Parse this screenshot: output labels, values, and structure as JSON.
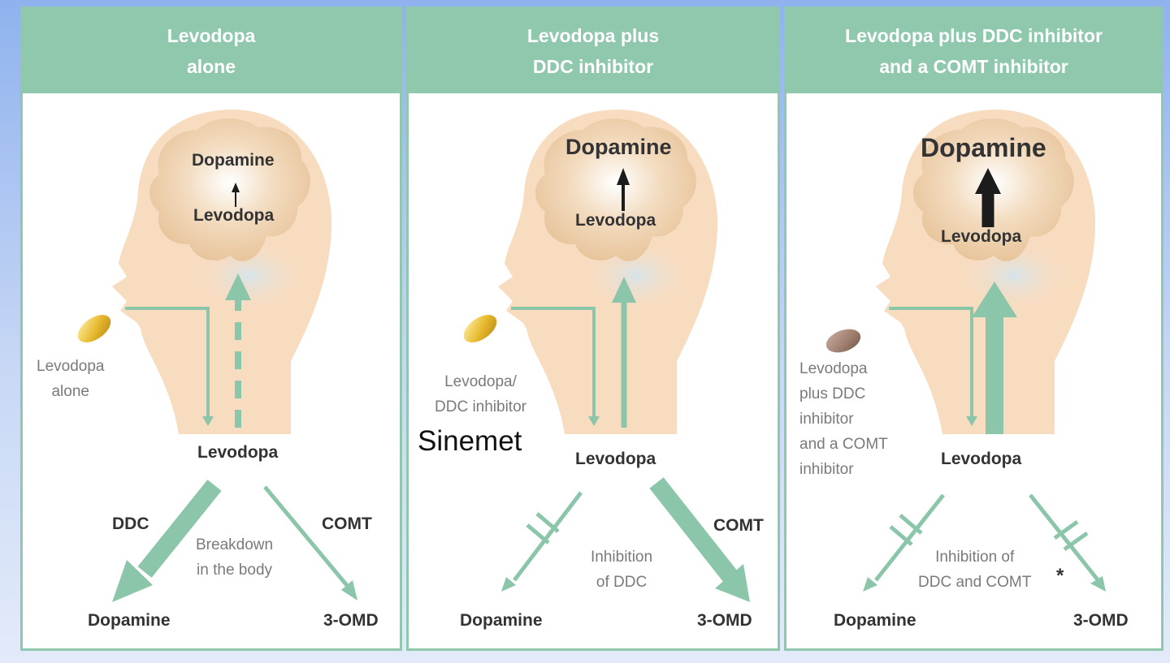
{
  "colors": {
    "panel_header": "#8fc8ad",
    "arrow": "#8cc6aa",
    "skin": "#f8dcc0",
    "brain": "#e9c59b",
    "pill_yellow": "#e6b82e",
    "pill_brown": "#9d7d6c",
    "dark_arrow": "#1c1c1c"
  },
  "panels": [
    {
      "title_line1": "Levodopa",
      "title_line2": "alone",
      "brain_top": "Dopamine",
      "brain_bottom": "Levodopa",
      "pill_label": [
        "Levodopa",
        "alone"
      ],
      "center": "Levodopa",
      "left_enzyme": "DDC",
      "right_enzyme": "COMT",
      "middle_note": [
        "Breakdown",
        "in the body"
      ],
      "left_product": "Dopamine",
      "right_product": "3-OMD"
    },
    {
      "title_line1": "Levodopa plus",
      "title_line2": "DDC inhibitor",
      "brain_top": "Dopamine",
      "brain_bottom": "Levodopa",
      "pill_label": [
        "Levodopa/",
        "DDC inhibitor"
      ],
      "center": "Levodopa",
      "right_enzyme": "COMT",
      "middle_note": [
        "Inhibition",
        "of DDC"
      ],
      "left_product": "Dopamine",
      "right_product": "3-OMD",
      "annotation": "Sinemet"
    },
    {
      "title_line1": "Levodopa plus DDC inhibitor",
      "title_line2": "and a COMT inhibitor",
      "brain_top": "Dopamine",
      "brain_bottom": "Levodopa",
      "pill_label": [
        "Levodopa",
        "plus DDC",
        "inhibitor",
        "and a COMT",
        "inhibitor"
      ],
      "center": "Levodopa",
      "middle_note": [
        "Inhibition of",
        "DDC and COMT"
      ],
      "asterisk": "*",
      "left_product": "Dopamine",
      "right_product": "3-OMD"
    }
  ]
}
